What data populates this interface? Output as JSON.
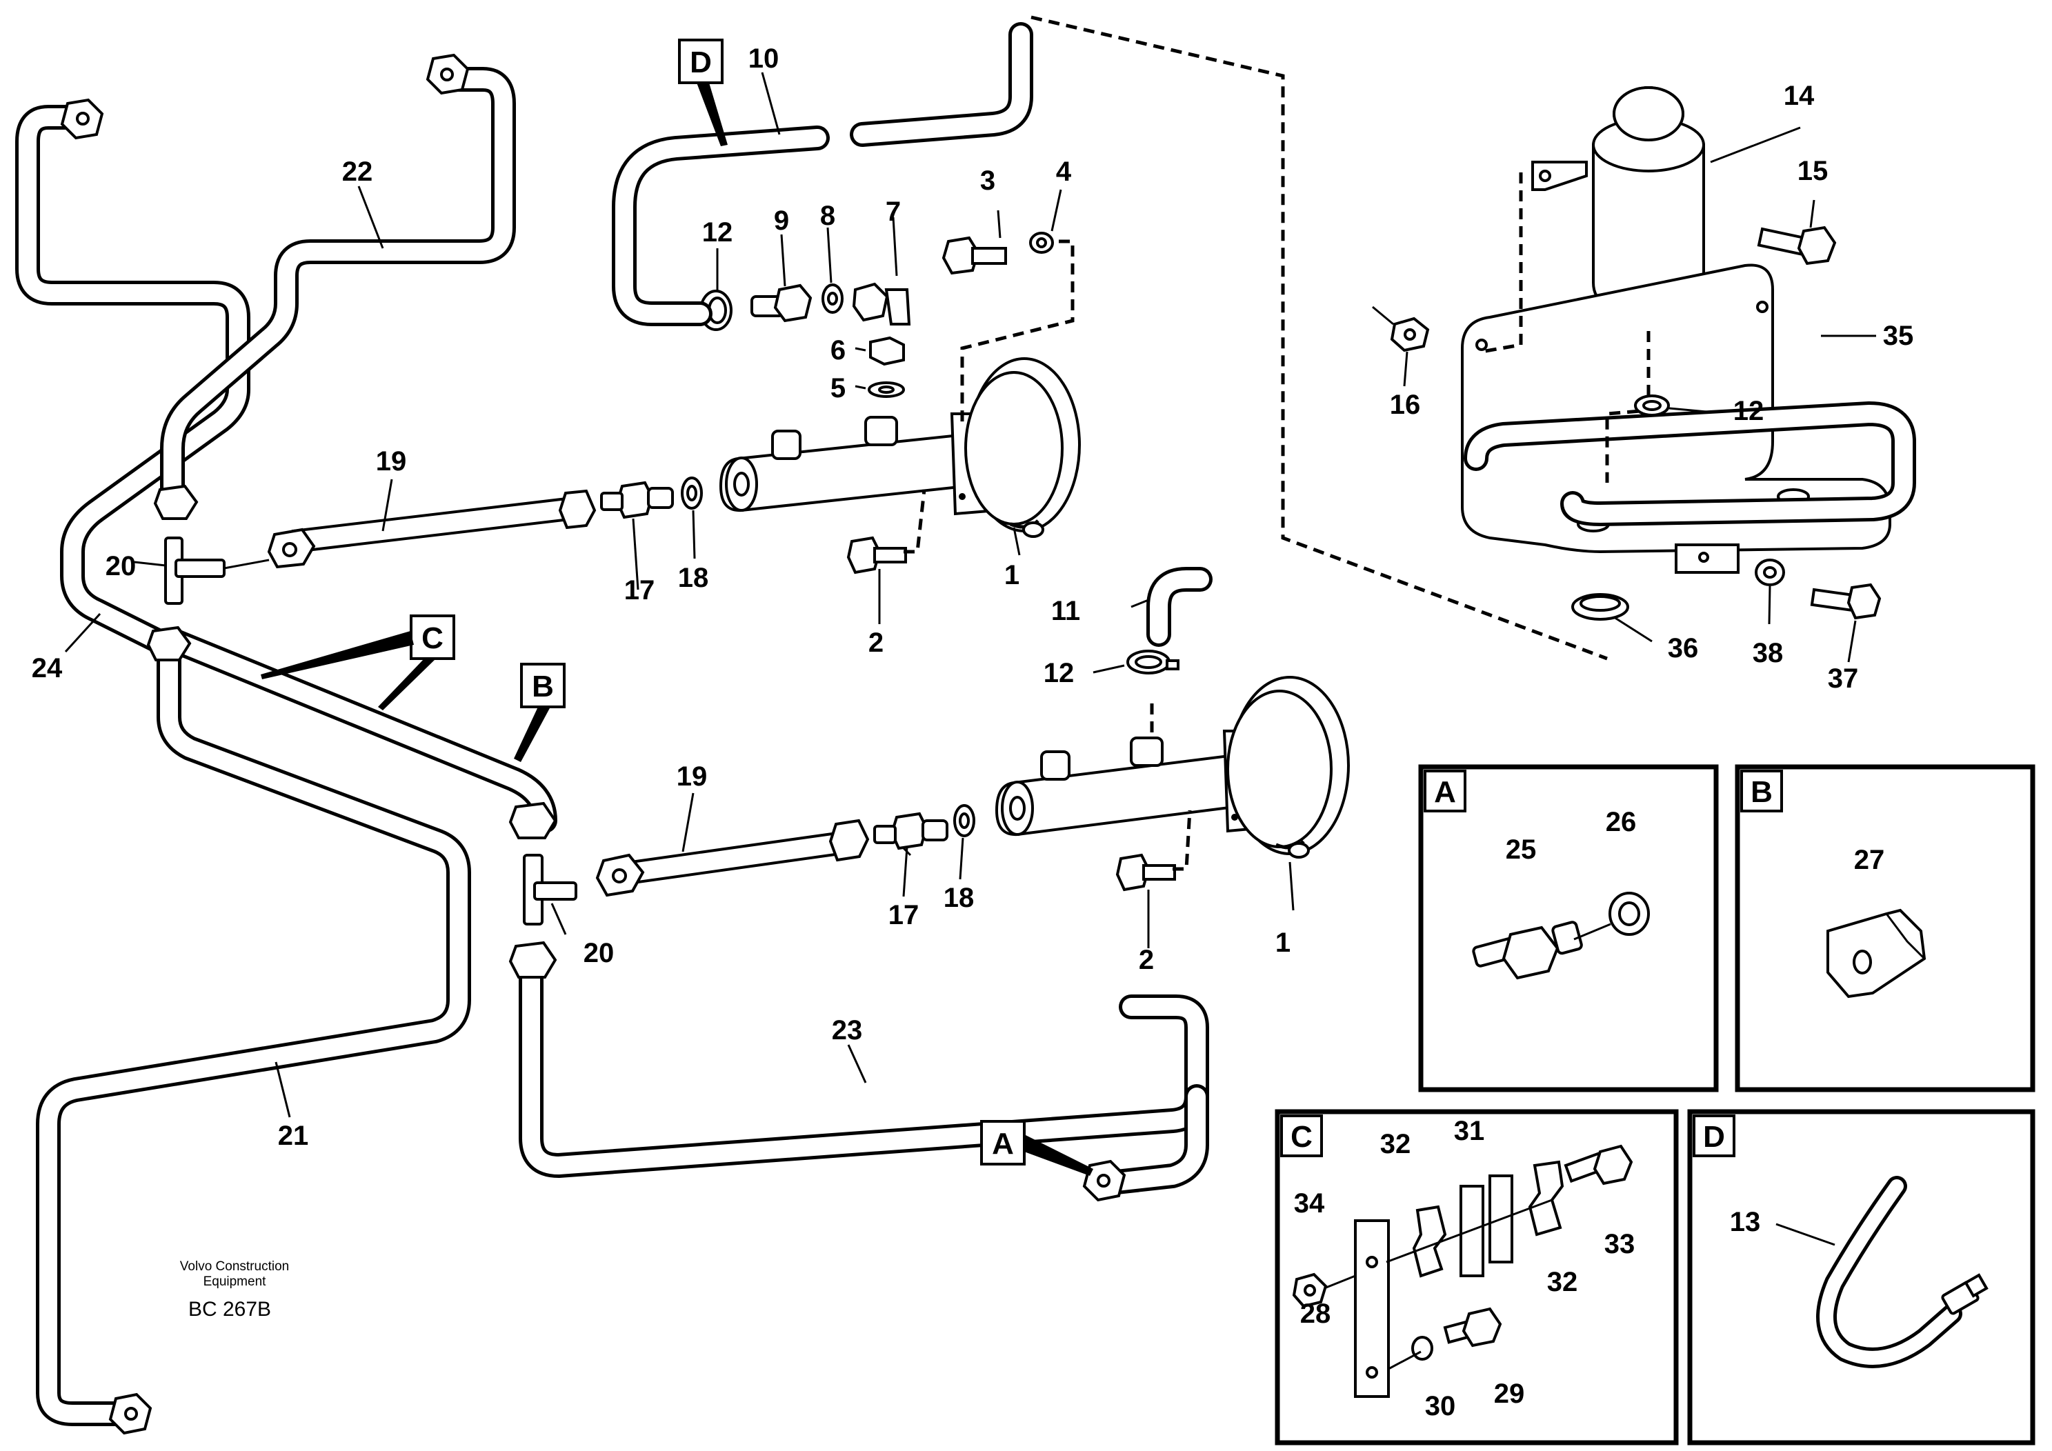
{
  "labels": {
    "p1a": "1",
    "p1b": "1",
    "p2a": "2",
    "p2b": "2",
    "p3": "3",
    "p4": "4",
    "p5": "5",
    "p6": "6",
    "p7": "7",
    "p8": "8",
    "p9": "9",
    "p10": "10",
    "p11": "11",
    "p12a": "12",
    "p12b": "12",
    "p12c": "12",
    "p13": "13",
    "p14": "14",
    "p15": "15",
    "p16": "16",
    "p17a": "17",
    "p17b": "17",
    "p18a": "18",
    "p18b": "18",
    "p19a": "19",
    "p19b": "19",
    "p20a": "20",
    "p20b": "20",
    "p21": "21",
    "p22": "22",
    "p23": "23",
    "p24": "24",
    "p25": "25",
    "p26": "26",
    "p27": "27",
    "p28": "28",
    "p29": "29",
    "p30": "30",
    "p31": "31",
    "p32a": "32",
    "p32b": "32",
    "p33": "33",
    "p34": "34",
    "p35": "35",
    "p36": "36",
    "p37": "37",
    "p38": "38"
  },
  "callouts": {
    "A": "A",
    "B": "B",
    "C": "C",
    "D": "D"
  },
  "detail_boxes": {
    "A": "A",
    "B": "B",
    "C": "C",
    "D": "D"
  },
  "footer": {
    "company_line1": "Volvo Construction",
    "company_line2": "Equipment",
    "drawing_code": "BC 267B"
  }
}
